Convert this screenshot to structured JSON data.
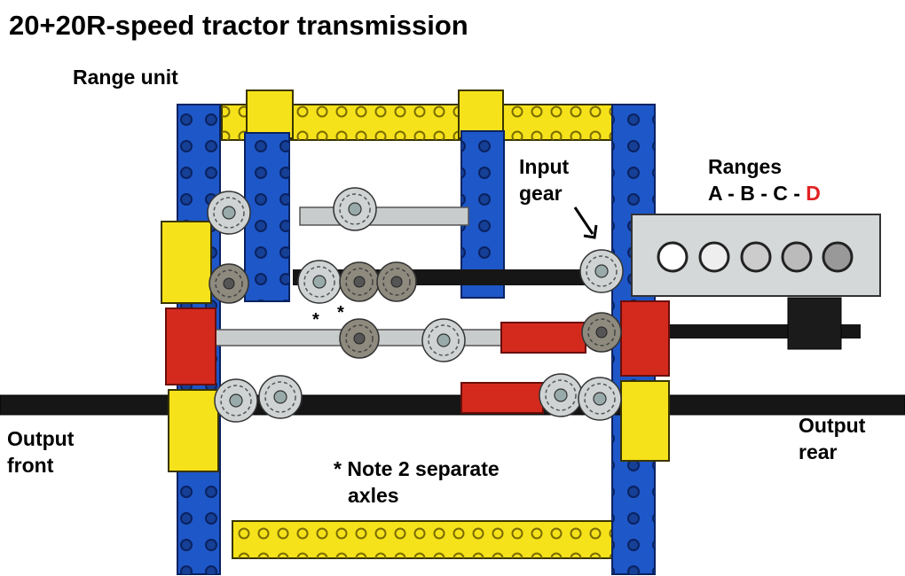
{
  "title": "20+20R-speed tractor transmission",
  "labels": {
    "range_unit": "Range unit",
    "input_gear_line1": "Input",
    "input_gear_line2": "gear",
    "ranges_line1": "Ranges",
    "ranges_sequence": "A - B - C - ",
    "ranges_highlight": "D",
    "output_front_line1": "Output",
    "output_front_line2": "front",
    "output_rear_line1": "Output",
    "output_rear_line2": "rear",
    "note_line1": "* Note 2 separate",
    "note_line2": "axles",
    "star_marker": "*"
  },
  "colors": {
    "beam_blue": "#1e57c8",
    "beam_yellow": "#f6e21a",
    "connector_red": "#d42a1e",
    "axle_black": "#161616",
    "gear_light_gray": "#cfd3d3",
    "gear_dark_gray": "#8e8a7e",
    "range_beam_gray": "#d5d8d8",
    "highlight_red": "#e32222"
  },
  "icons": [
    "gear-icon",
    "arrow-icon",
    "beam-hole-icon"
  ]
}
